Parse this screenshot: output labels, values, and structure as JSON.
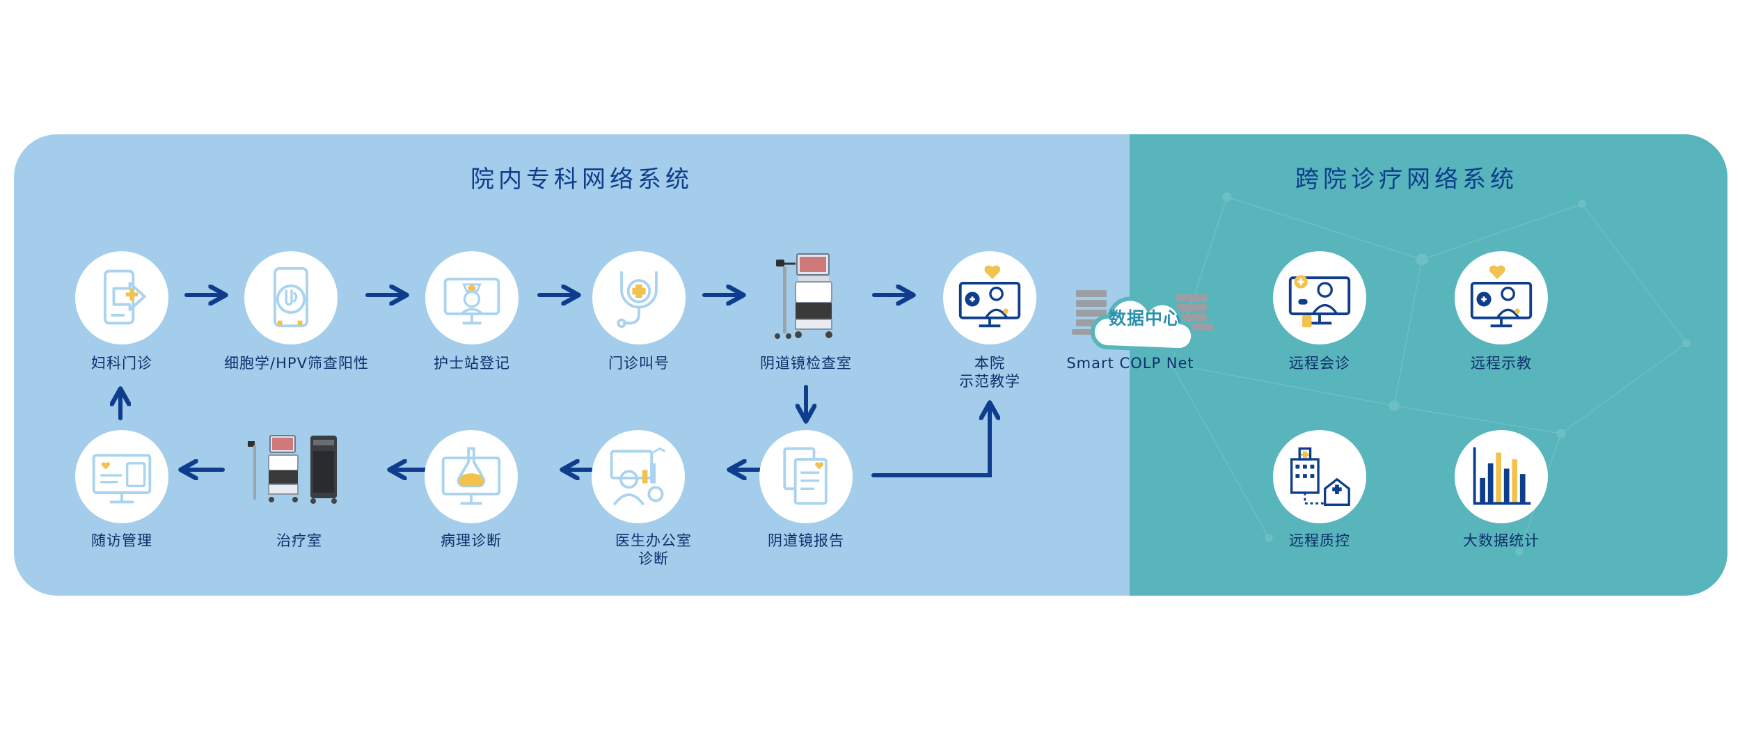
{
  "titles": {
    "left": "院内专科网络系统",
    "right": "跨院诊疗网络系统"
  },
  "nodes": [
    {
      "id": "gyn-clinic",
      "label": "妇科门诊",
      "icon": "tablet-arrow-plus-icon"
    },
    {
      "id": "cytology",
      "label": "细胞学/HPV筛查阳性",
      "icon": "phone-test-tube-icon"
    },
    {
      "id": "nurse-station",
      "label": "护士站登记",
      "icon": "monitor-nurse-icon"
    },
    {
      "id": "clinic-call",
      "label": "门诊叫号",
      "icon": "stethoscope-plus-icon"
    },
    {
      "id": "colposcopy-room",
      "label": "阴道镜检查室",
      "icon": "colposcope-cart-icon"
    },
    {
      "id": "demo-teaching",
      "label": "本院\n示范教学",
      "icon": "monitor-doctor-heart-icon"
    },
    {
      "id": "colposcopy-report",
      "label": "阴道镜报告",
      "icon": "report-documents-icon"
    },
    {
      "id": "doctor-office",
      "label": "医生办公室\n诊断",
      "icon": "doctor-analytics-icon"
    },
    {
      "id": "pathology",
      "label": "病理诊断",
      "icon": "monitor-flask-icon"
    },
    {
      "id": "treatment-room",
      "label": "治疗室",
      "icon": "treatment-devices-icon"
    },
    {
      "id": "follow-up",
      "label": "随访管理",
      "icon": "monitor-heart-card-icon"
    },
    {
      "id": "remote-consult",
      "label": "远程会诊",
      "icon": "monitor-doctor-pills-icon"
    },
    {
      "id": "remote-teaching",
      "label": "远程示教",
      "icon": "monitor-doctor-heart-icon"
    },
    {
      "id": "remote-qc",
      "label": "远程质控",
      "icon": "hospital-buildings-icon"
    },
    {
      "id": "big-data",
      "label": "大数据统计",
      "icon": "bar-chart-icon"
    }
  ],
  "data_center": {
    "cloud_label": "数据中心",
    "network_label": "Smart COLP Net",
    "icon": "cloud-servers-icon"
  },
  "colors": {
    "left_panel": "#a3cdea",
    "right_panel": "#57b5bb",
    "arrow": "#0d3d8c",
    "icon_light": "#a9d3ee",
    "icon_gold": "#f2c24f",
    "icon_dark": "#0d3d8c"
  }
}
